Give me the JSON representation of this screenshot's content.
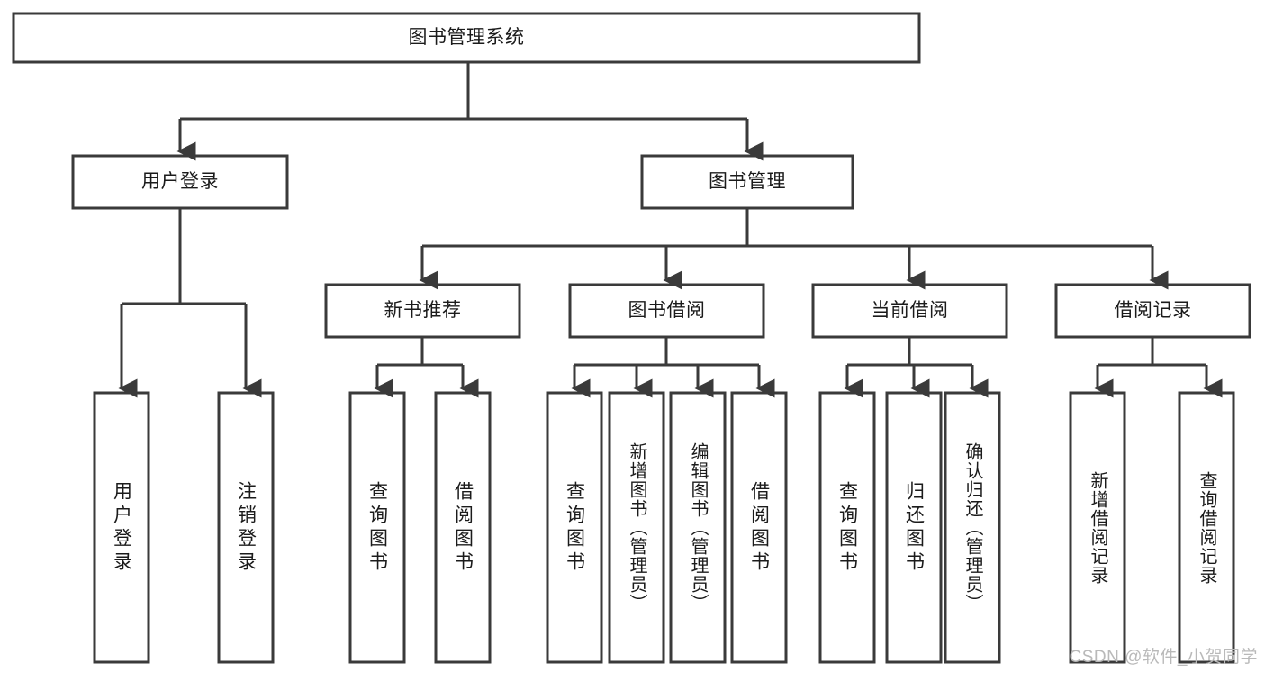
{
  "diagram": {
    "type": "tree",
    "title": "图书管理系统",
    "orientation": "top-down",
    "root": {
      "id": "root",
      "label": "图书管理系统",
      "level": 0
    },
    "level1": [
      {
        "id": "user-login",
        "label": "用户登录"
      },
      {
        "id": "book-manage",
        "label": "图书管理"
      }
    ],
    "level2": [
      {
        "id": "new-book-recommend",
        "label": "新书推荐",
        "parent": "book-manage"
      },
      {
        "id": "book-borrow",
        "label": "图书借阅",
        "parent": "book-manage"
      },
      {
        "id": "current-borrow",
        "label": "当前借阅",
        "parent": "book-manage"
      },
      {
        "id": "borrow-record",
        "label": "借阅记录",
        "parent": "book-manage"
      }
    ],
    "leaves": [
      {
        "id": "leaf-user-login",
        "label": "用户登录",
        "parent": "user-login"
      },
      {
        "id": "leaf-user-logout",
        "label": "注销登录",
        "parent": "user-login"
      },
      {
        "id": "leaf-query-book-1",
        "label": "查询图书",
        "parent": "new-book-recommend"
      },
      {
        "id": "leaf-borrow-book-1",
        "label": "借阅图书",
        "parent": "new-book-recommend"
      },
      {
        "id": "leaf-query-book-2",
        "label": "查询图书",
        "parent": "book-borrow"
      },
      {
        "id": "leaf-add-book",
        "label": "新增图书（管理员）",
        "parent": "book-borrow"
      },
      {
        "id": "leaf-edit-book",
        "label": "编辑图书（管理员）",
        "parent": "book-borrow"
      },
      {
        "id": "leaf-borrow-book-2",
        "label": "借阅图书",
        "parent": "book-borrow"
      },
      {
        "id": "leaf-query-book-3",
        "label": "查询图书",
        "parent": "current-borrow"
      },
      {
        "id": "leaf-return-book",
        "label": "归还图书",
        "parent": "current-borrow"
      },
      {
        "id": "leaf-confirm-return",
        "label": "确认归还（管理员）",
        "parent": "current-borrow"
      },
      {
        "id": "leaf-add-record",
        "label": "新增借阅记录",
        "parent": "borrow-record"
      },
      {
        "id": "leaf-query-record",
        "label": "查询借阅记录",
        "parent": "borrow-record"
      }
    ],
    "colors": {
      "box_stroke": "#3a3a3a",
      "box_fill": "#ffffff",
      "text": "#1b1b1b",
      "background": "#ffffff",
      "watermark": "#b9b9b9"
    }
  },
  "watermark": {
    "text": "CSDN @软件_小贺同学"
  }
}
